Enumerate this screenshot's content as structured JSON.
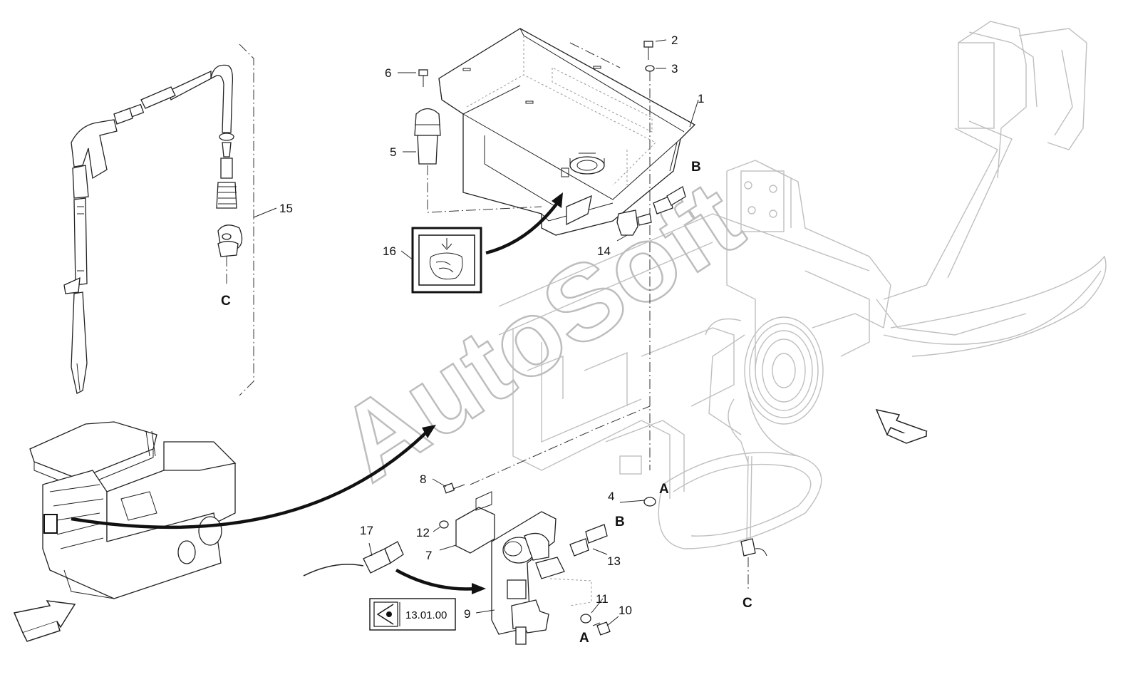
{
  "watermark": "AutoSoft",
  "callouts": {
    "c1": "1",
    "c2": "2",
    "c3": "3",
    "c4": "4",
    "c5": "5",
    "c6": "6",
    "c7": "7",
    "c8": "8",
    "c9": "9",
    "c10": "10",
    "c11": "11",
    "c12": "12",
    "c13": "13",
    "c14": "14",
    "c15": "15",
    "c16": "16",
    "c17": "17"
  },
  "connections": {
    "a1": "A",
    "a2": "A",
    "b1": "B",
    "b2": "B",
    "c_left": "C",
    "c_right": "C"
  },
  "reference": {
    "label": "13.01.00",
    "icon": "eye-reference-icon"
  },
  "icons": {
    "hand_wash": "hand-wash-icon",
    "view_arrow": "view-direction-arrow-icon"
  }
}
